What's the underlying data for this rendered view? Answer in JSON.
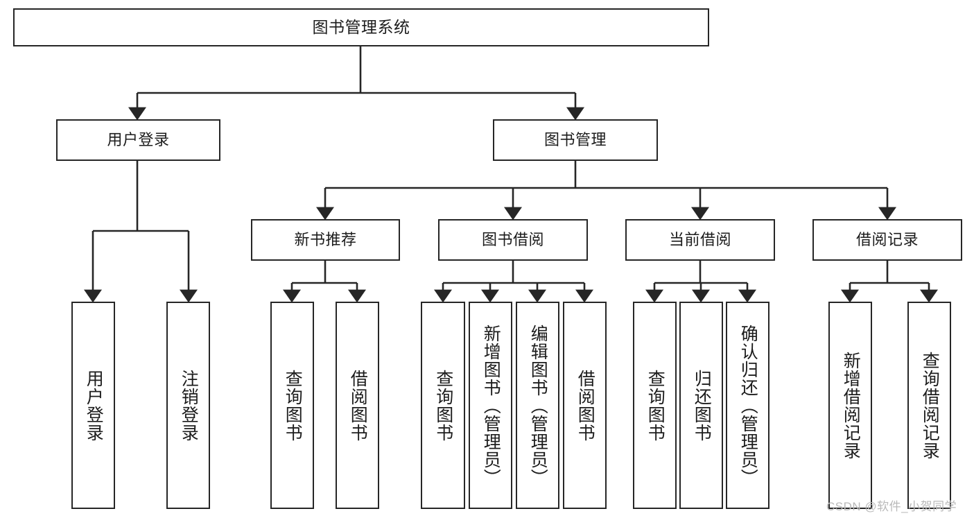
{
  "diagram": {
    "title": "图书管理系统",
    "type": "tree",
    "watermark": "CSDN @软件_小贺同学",
    "colors": {
      "stroke": "#262626",
      "background": "#ffffff",
      "text": "#1c1c1c",
      "watermark": "#b9b9b9"
    },
    "levels": {
      "root": {
        "label": "图书管理系统"
      },
      "level2": [
        {
          "label": "用户登录"
        },
        {
          "label": "图书管理"
        }
      ],
      "level3": [
        {
          "label": "新书推荐"
        },
        {
          "label": "图书借阅"
        },
        {
          "label": "当前借阅"
        },
        {
          "label": "借阅记录"
        }
      ]
    },
    "leaves": {
      "user_login": [
        {
          "label": "用户登录"
        },
        {
          "label": "注销登录"
        }
      ],
      "new_book": [
        {
          "label": "查询图书"
        },
        {
          "label": "借阅图书"
        }
      ],
      "book_borrow": [
        {
          "label": "查询图书"
        },
        {
          "label": "新增图书（管理员）"
        },
        {
          "label": "编辑图书（管理员）"
        },
        {
          "label": "借阅图书"
        }
      ],
      "current_borrow": [
        {
          "label": "查询图书"
        },
        {
          "label": "归还图书"
        },
        {
          "label": "确认归还（管理员）"
        }
      ],
      "borrow_record": [
        {
          "label": "新增借阅记录"
        },
        {
          "label": "查询借阅记录"
        }
      ]
    }
  }
}
